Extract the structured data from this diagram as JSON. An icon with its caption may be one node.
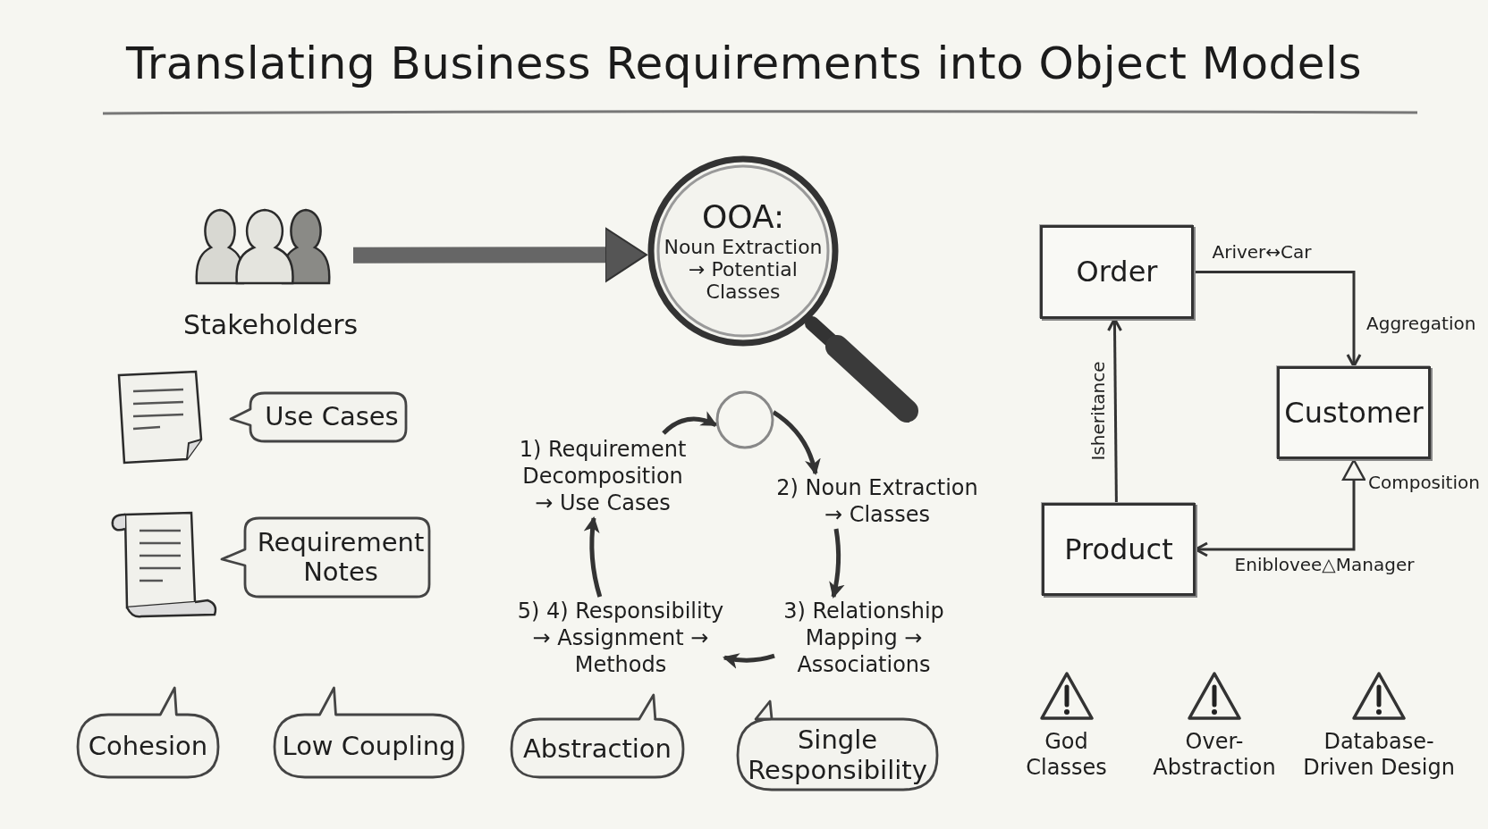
{
  "diagram": {
    "title": "Translating Business Requirements into Object Models",
    "nodes": [
      {
        "text": [
          "Stakeholders"
        ]
      },
      {
        "text": [
          "OOA:",
          "Noun Extraction → Potential Classes"
        ]
      },
      {
        "text": [],
        "shape": "picture"
      },
      {
        "text": [
          "Use Cases"
        ]
      },
      {
        "text": [],
        "shape": "picture"
      },
      {
        "text": [
          "Requirement Notes"
        ]
      },
      {
        "text": [],
        "shape": "circle"
      },
      {
        "text": [
          "1) Requirement Decomposition → Use Cases"
        ]
      },
      {
        "text": [
          "2) Noun Extraction → Classes"
        ]
      },
      {
        "text": [
          "3) Relationship Mapping → Associations"
        ]
      },
      {
        "text": [
          "5) 4) Responsibility → Assignment → Methods"
        ]
      },
      {
        "text": [
          "Cohesion"
        ]
      },
      {
        "text": [
          "Low Coupling"
        ]
      },
      {
        "text": [
          "Abstraction"
        ]
      },
      {
        "text": [
          "Single Responsibility"
        ]
      },
      {
        "text": [
          "Order"
        ]
      },
      {
        "text": [
          "Customer"
        ]
      },
      {
        "text": [
          "Product"
        ]
      }
    ],
    "edges": [
      {
        "from": 0,
        "to": 1,
        "arrow": "to",
        "style": "thick"
      },
      {
        "from": 7,
        "to": 6,
        "arrow": "to"
      },
      {
        "from": 6,
        "to": 8,
        "arrow": "to"
      },
      {
        "from": 8,
        "to": 9,
        "arrow": "to"
      },
      {
        "from": 9,
        "to": 10,
        "arrow": "to"
      },
      {
        "from": 10,
        "to": 7,
        "arrow": "to"
      },
      {
        "from": 15,
        "to": 16,
        "arrow": "to",
        "label": "Aggregation"
      },
      {
        "from": 16,
        "to": 17,
        "arrow": "both",
        "label": "Composition"
      },
      {
        "from": 17,
        "to": 15,
        "arrow": "to",
        "label": "Isheritance"
      }
    ],
    "labels": [
      "Ariver↔Car",
      "Eniblovee△Manager",
      "God Classes",
      "Over-Abstraction",
      "Database-Driven Design"
    ]
  }
}
